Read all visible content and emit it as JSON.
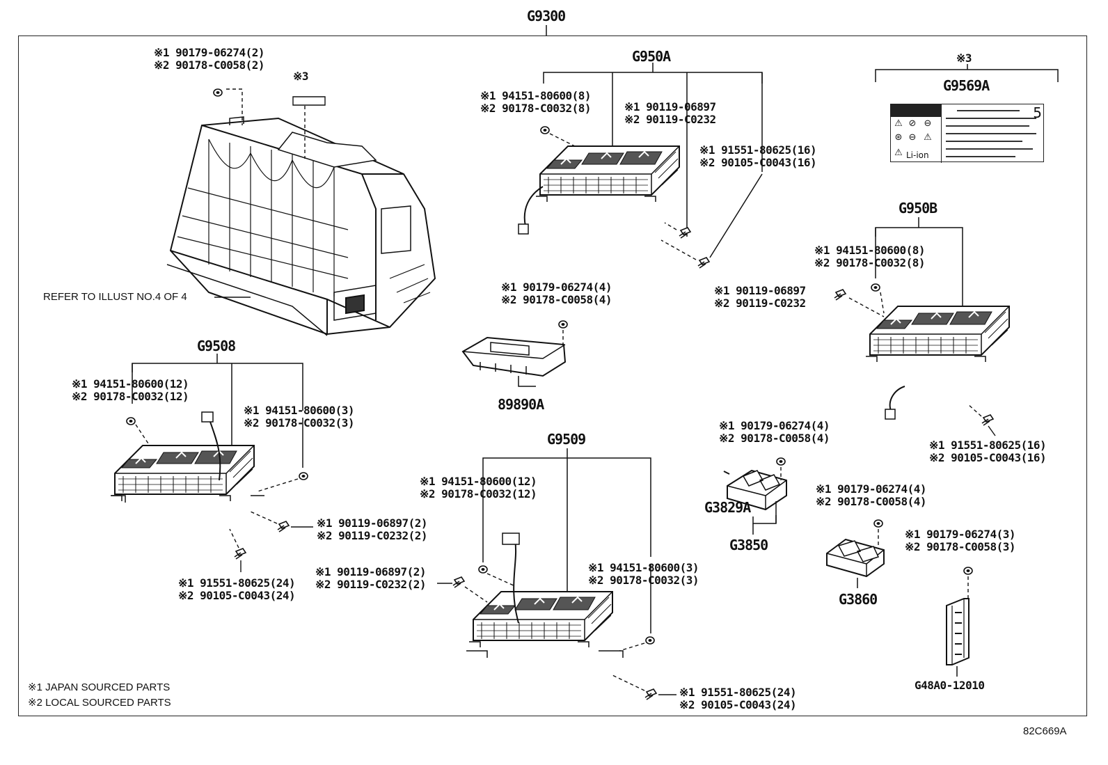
{
  "diagram": {
    "main_assembly": "G9300",
    "figure_id": "82C669A",
    "refer_note": "REFER TO ILLUST NO.4 OF 4",
    "legend": {
      "japan": "※1 JAPAN SOURCED PARTS",
      "local": "※2 LOCAL SOURCED PARTS"
    },
    "top_left": {
      "ref3": "※3",
      "nut": [
        "※1 90179-06274(2)",
        "※2 90178-C0058(2)"
      ]
    },
    "g950a": {
      "code": "G950A",
      "nut": [
        "※1 94151-80600(8)",
        "※2 90178-C0032(8)"
      ],
      "bolt_a": [
        "※1 90119-06897",
        "※2 90119-C0232"
      ],
      "bolt_b": [
        "※1 91551-80625(16)",
        "※2 90105-C0043(16)"
      ]
    },
    "g9569a": {
      "ref3": "※3",
      "code": "G9569A",
      "label_icon": "warning-label-icon",
      "label_brand": "Li-ion",
      "label_digit": "5"
    },
    "g950b": {
      "code": "G950B",
      "nut": [
        "※1 94151-80600(8)",
        "※2 90178-C0032(8)"
      ],
      "bolt_a": [
        "※1 90119-06897",
        "※2 90119-C0232"
      ],
      "bolt_b": [
        "※1 91551-80625(16)",
        "※2 90105-C0043(16)"
      ]
    },
    "p89890a": {
      "code": "89890A",
      "nut": [
        "※1 90179-06274(4)",
        "※2 90178-C0058(4)"
      ]
    },
    "g9508": {
      "code": "G9508",
      "nut_a": [
        "※1 94151-80600(12)",
        "※2 90178-C0032(12)"
      ],
      "nut_b": [
        "※1 94151-80600(3)",
        "※2 90178-C0032(3)"
      ],
      "bolt_a": [
        "※1 90119-06897(2)",
        "※2 90119-C0232(2)"
      ],
      "bolt_b": [
        "※1 91551-80625(24)",
        "※2 90105-C0043(24)"
      ]
    },
    "g9509": {
      "code": "G9509",
      "nut_a": [
        "※1 94151-80600(12)",
        "※2 90178-C0032(12)"
      ],
      "bolt_a": [
        "※1 90119-06897(2)",
        "※2 90119-C0232(2)"
      ],
      "nut_b": [
        "※1 94151-80600(3)",
        "※2 90178-C0032(3)"
      ],
      "bolt_b": [
        "※1 91551-80625(24)",
        "※2 90105-C0043(24)"
      ]
    },
    "g3850": {
      "code_a": "G3829A",
      "code_b": "G3850",
      "nut": [
        "※1 90179-06274(4)",
        "※2 90178-C0058(4)"
      ]
    },
    "g3860": {
      "code": "G3860",
      "nut": [
        "※1 90179-06274(4)",
        "※2 90178-C0058(4)"
      ]
    },
    "g48a0": {
      "code": "G48A0-12010",
      "nut": [
        "※1 90179-06274(3)",
        "※2 90178-C0058(3)"
      ]
    }
  }
}
